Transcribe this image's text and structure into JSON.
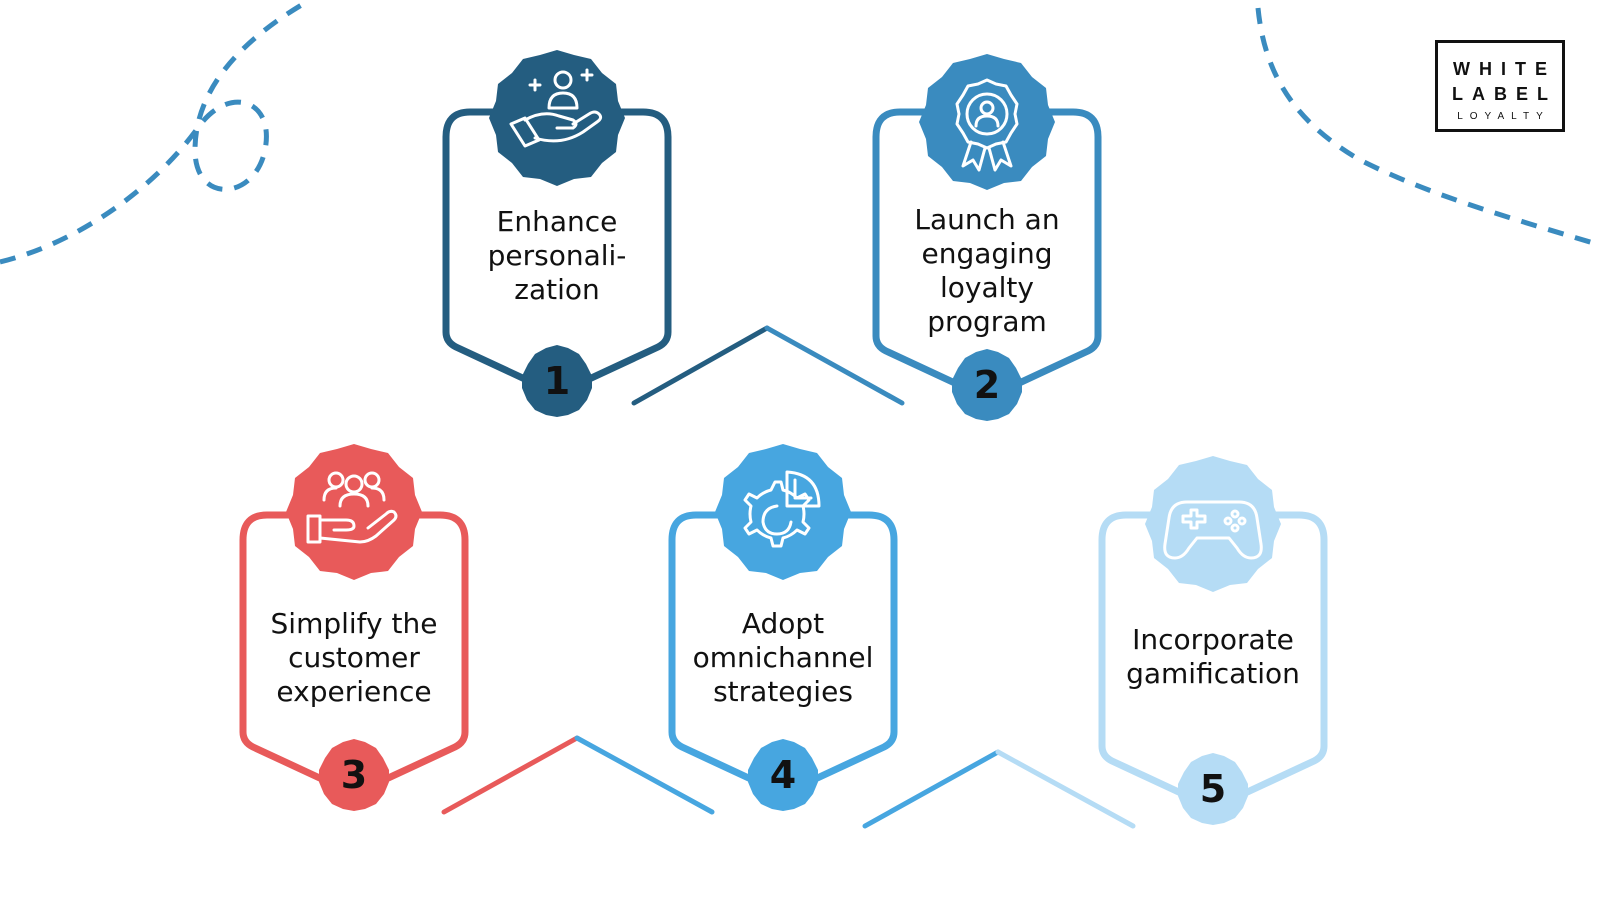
{
  "logo": {
    "line1": "WHITE",
    "line2": "LABEL",
    "line3": "LOYALTY"
  },
  "colors": {
    "dark_blue": "#245d80",
    "mid_blue": "#3a8bbf",
    "red": "#e85a5a",
    "bright_blue": "#47a6e0",
    "light_blue": "#b5dcf5",
    "text": "#111111"
  },
  "steps": [
    {
      "number": "1",
      "lines": [
        "Enhance",
        "personali-",
        "zation"
      ],
      "icon": "hand-person-icon",
      "color": "#245d80"
    },
    {
      "number": "2",
      "lines": [
        "Launch an",
        "engaging",
        "loyalty",
        "program"
      ],
      "icon": "award-badge-icon",
      "color": "#3a8bbf"
    },
    {
      "number": "3",
      "lines": [
        "Simplify the",
        "customer",
        "experience"
      ],
      "icon": "hand-group-icon",
      "color": "#e85a5a"
    },
    {
      "number": "4",
      "lines": [
        "Adopt",
        "omnichannel",
        "strategies"
      ],
      "icon": "gear-chart-icon",
      "color": "#47a6e0"
    },
    {
      "number": "5",
      "lines": [
        "Incorporate",
        "gamification"
      ],
      "icon": "gamepad-icon",
      "color": "#b5dcf5"
    }
  ]
}
